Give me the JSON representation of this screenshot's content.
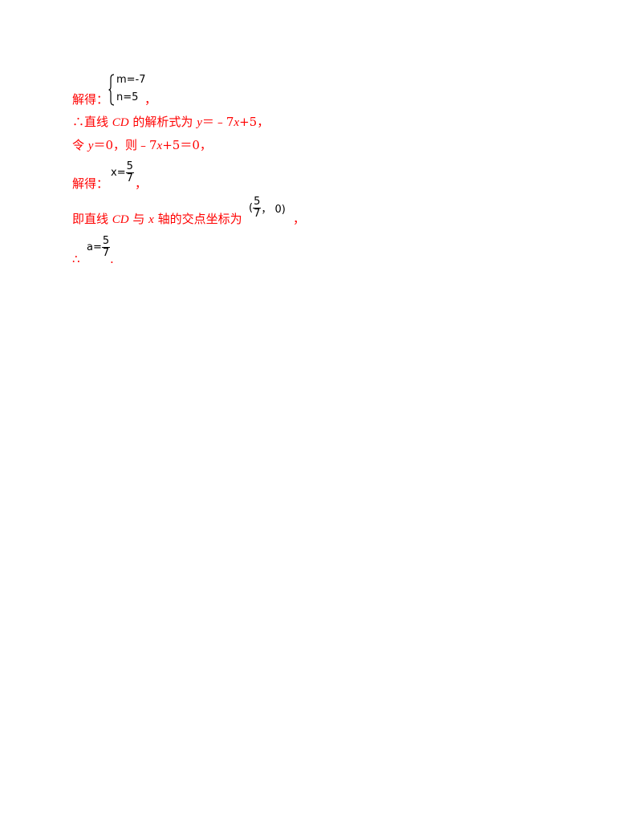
{
  "lines": {
    "l1": {
      "prefix": "解得：",
      "eq1": "m=-7",
      "eq2": "n=5",
      "suffix": "，"
    },
    "l2": {
      "therefore": "∴",
      "t1": "直线 ",
      "cd": "CD",
      "t2": " 的解析式为 ",
      "y": "y",
      "t3": "＝﹣7",
      "x": "x",
      "t4": "+5，"
    },
    "l3": {
      "t1": "令 ",
      "y": "y",
      "t2": "＝0，则﹣7",
      "x": "x",
      "t3": "+5＝0，"
    },
    "l4": {
      "prefix": "解得：",
      "var": "x=",
      "num": "5",
      "den": "7",
      "suffix": "，"
    },
    "l5": {
      "t1": "即直线 ",
      "cd": "CD",
      "t2": " 与 ",
      "x": "x",
      "t3": " 轴的交点坐标为 ",
      "open": "(",
      "num": "5",
      "den": "7",
      "rest": "， 0)",
      "suffix": "，"
    },
    "l6": {
      "therefore": "∴",
      "var": "a=",
      "num": "5",
      "den": "7",
      "suffix": "."
    }
  }
}
